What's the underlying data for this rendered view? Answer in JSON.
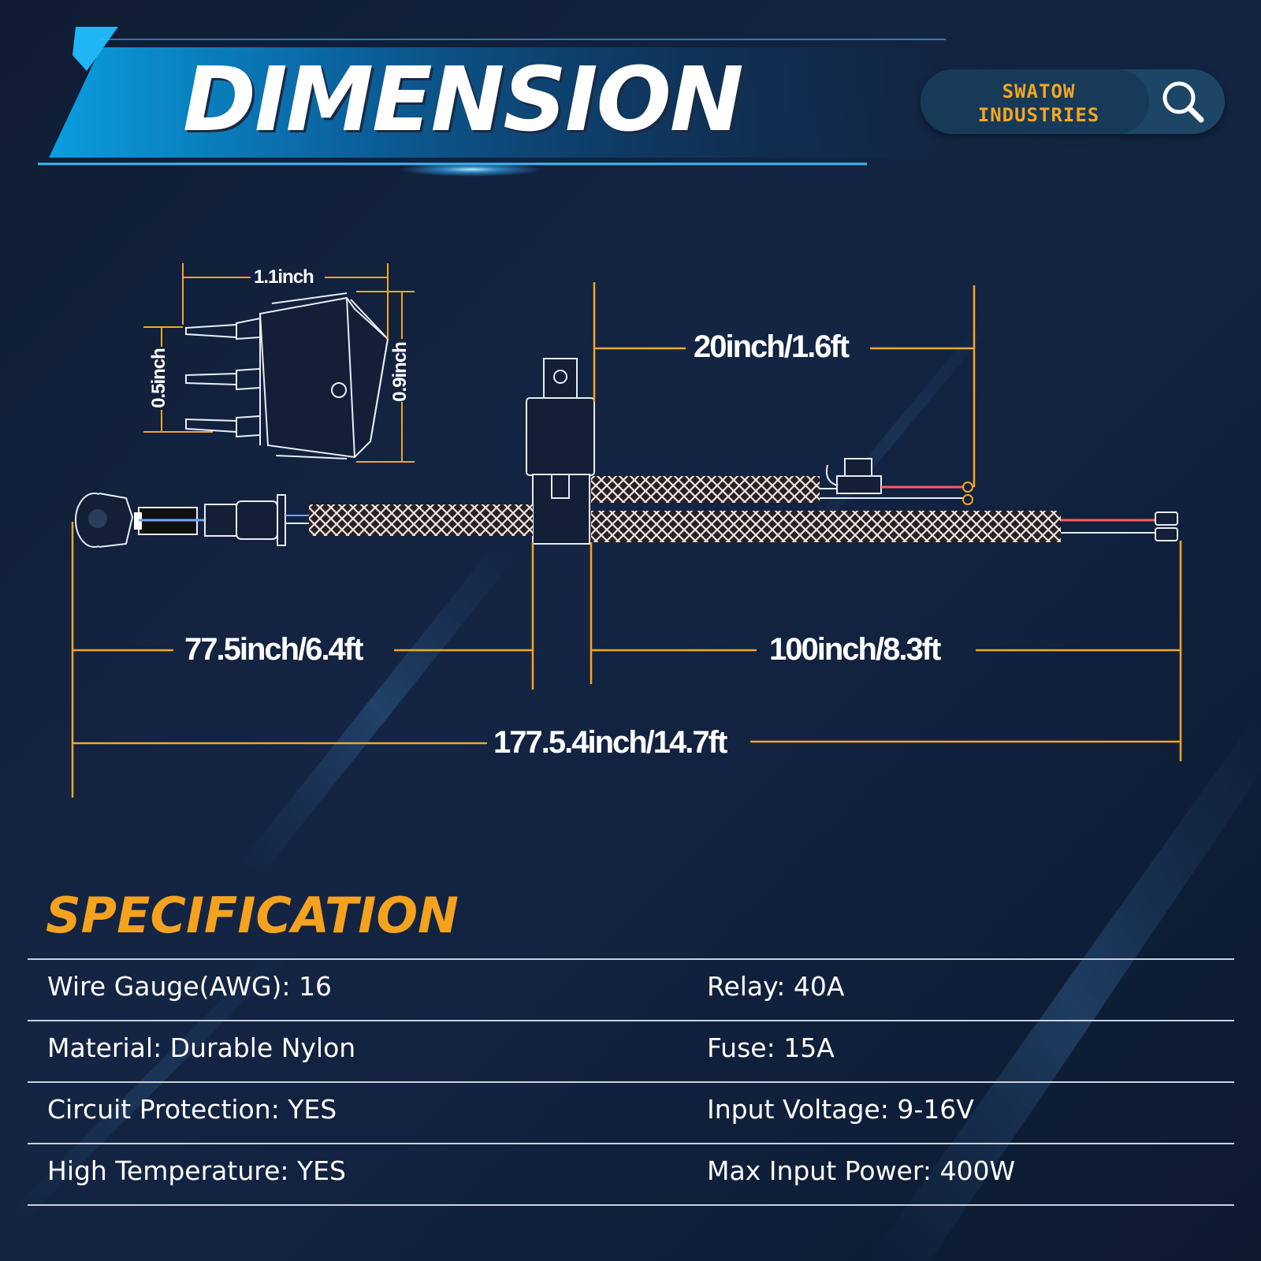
{
  "header": {
    "title": "DIMENSION",
    "brand_line1": "SWATOW",
    "brand_line2": "INDUSTRIES",
    "search_icon": "search-icon"
  },
  "diagram": {
    "switch_width": "1.1inch",
    "switch_pin_height": "0.5inch",
    "switch_height": "0.9inch",
    "fuse_lead": "20inch/1.6ft",
    "switch_lead": "77.5inch/6.4ft",
    "battery_lead": "100inch/8.3ft",
    "total_length": "177.5.4inch/14.7ft"
  },
  "colors": {
    "dimension_line": "#f5a623",
    "background": "#132440",
    "spec_title": "#f5a21e"
  },
  "spec": {
    "title": "SPECIFICATION",
    "rows": [
      {
        "left": "Wire Gauge(AWG): 16",
        "right": "Relay: 40A"
      },
      {
        "left": "Material: Durable Nylon",
        "right": "Fuse: 15A"
      },
      {
        "left": "Circuit Protection: YES",
        "right": "Input Voltage: 9-16V"
      },
      {
        "left": "High Temperature: YES",
        "right": "Max Input Power: 400W"
      }
    ]
  }
}
